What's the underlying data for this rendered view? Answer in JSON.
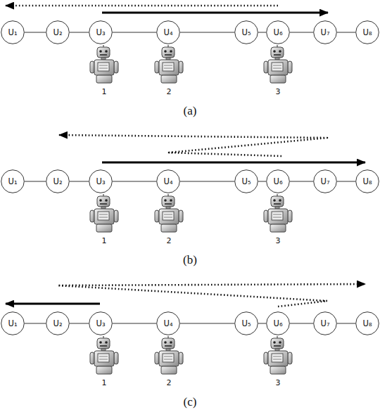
{
  "diagram": {
    "nodes": [
      {
        "text": [
          "U₁"
        ]
      },
      {
        "text": [
          "U₂"
        ]
      },
      {
        "text": [
          "U₃"
        ]
      },
      {
        "text": [
          "U₄"
        ]
      },
      {
        "text": [
          "U₅"
        ]
      },
      {
        "text": [
          "U₆"
        ]
      },
      {
        "text": [
          "U₇"
        ]
      },
      {
        "text": [
          "U₈"
        ]
      },
      {
        "text": [
          "U₁"
        ]
      },
      {
        "text": [
          "U₂"
        ]
      },
      {
        "text": [
          "U₃"
        ]
      },
      {
        "text": [
          "U₄"
        ]
      },
      {
        "text": [
          "U₅"
        ]
      },
      {
        "text": [
          "U₆"
        ]
      },
      {
        "text": [
          "U₇"
        ]
      },
      {
        "text": [
          "U₈"
        ]
      },
      {
        "text": [
          "U₁"
        ]
      },
      {
        "text": [
          "U₂"
        ]
      },
      {
        "text": [
          "U₃"
        ]
      },
      {
        "text": [
          "U₄"
        ]
      },
      {
        "text": [
          "U₅"
        ]
      },
      {
        "text": [
          "U₆"
        ]
      },
      {
        "text": [
          "U₇"
        ]
      },
      {
        "text": [
          "U₈"
        ]
      }
    ],
    "edges": [
      {
        "from": 0,
        "to": 1,
        "arrow": "none"
      },
      {
        "from": 1,
        "to": 2,
        "arrow": "none"
      },
      {
        "from": 2,
        "to": 3,
        "arrow": "none"
      },
      {
        "from": 3,
        "to": 4,
        "arrow": "none"
      },
      {
        "from": 4,
        "to": 5,
        "arrow": "none"
      },
      {
        "from": 5,
        "to": 6,
        "arrow": "none"
      },
      {
        "from": 6,
        "to": 7,
        "arrow": "none"
      },
      {
        "from": 8,
        "to": 9,
        "arrow": "none"
      },
      {
        "from": 9,
        "to": 10,
        "arrow": "none"
      },
      {
        "from": 10,
        "to": 11,
        "arrow": "none"
      },
      {
        "from": 11,
        "to": 12,
        "arrow": "none"
      },
      {
        "from": 12,
        "to": 13,
        "arrow": "none"
      },
      {
        "from": 13,
        "to": 14,
        "arrow": "none"
      },
      {
        "from": 14,
        "to": 15,
        "arrow": "none"
      },
      {
        "from": 16,
        "to": 17,
        "arrow": "none"
      },
      {
        "from": 17,
        "to": 18,
        "arrow": "none"
      },
      {
        "from": 18,
        "to": 19,
        "arrow": "none"
      },
      {
        "from": 19,
        "to": 20,
        "arrow": "none"
      },
      {
        "from": 20,
        "to": 21,
        "arrow": "none"
      },
      {
        "from": 21,
        "to": 22,
        "arrow": "none"
      },
      {
        "from": 22,
        "to": 23,
        "arrow": "none"
      }
    ],
    "labels": [
      "1",
      "2",
      "3",
      "(a)",
      "1",
      "2",
      "3",
      "(b)",
      "1",
      "2",
      "3",
      "(c)"
    ]
  }
}
